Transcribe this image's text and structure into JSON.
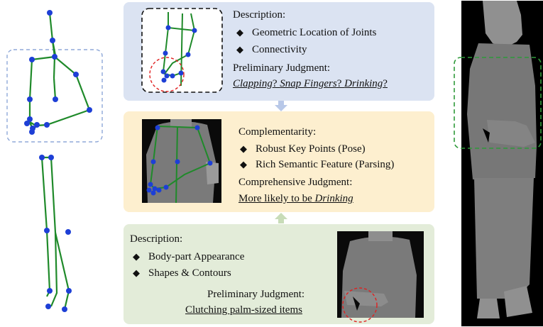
{
  "pose_panel": {
    "title": "Description:",
    "items": [
      "Geometric Location of Joints",
      "Connectivity"
    ],
    "judgment_label": "Preliminary Judgment:",
    "judgment": {
      "a": "Clapping",
      "q1": "? ",
      "b": "Snap Fingers",
      "q2": "? ",
      "c": "Drinking",
      "q3": "?"
    }
  },
  "fusion_panel": {
    "title": "Complementarity:",
    "items": [
      "Robust Key Points (Pose)",
      "Rich Semantic Feature (Parsing)"
    ],
    "judgment_label": "Comprehensive Judgment:",
    "judgment": {
      "prefix": "More likely to be ",
      "em": "Drinking"
    }
  },
  "parsing_panel": {
    "title": "Description:",
    "items": [
      "Body-part Appearance",
      "Shapes & Contours"
    ],
    "judgment_label": "Preliminary Judgment:",
    "judgment": "Clutching palm-sized items"
  },
  "colors": {
    "skeleton_line": "#1f8a2a",
    "joint": "#1d3fd6",
    "blue_panel": "#dbe3f2",
    "yellow_panel": "#fdefcf",
    "green_panel": "#e3ecd9",
    "highlight_red": "#e02020"
  }
}
